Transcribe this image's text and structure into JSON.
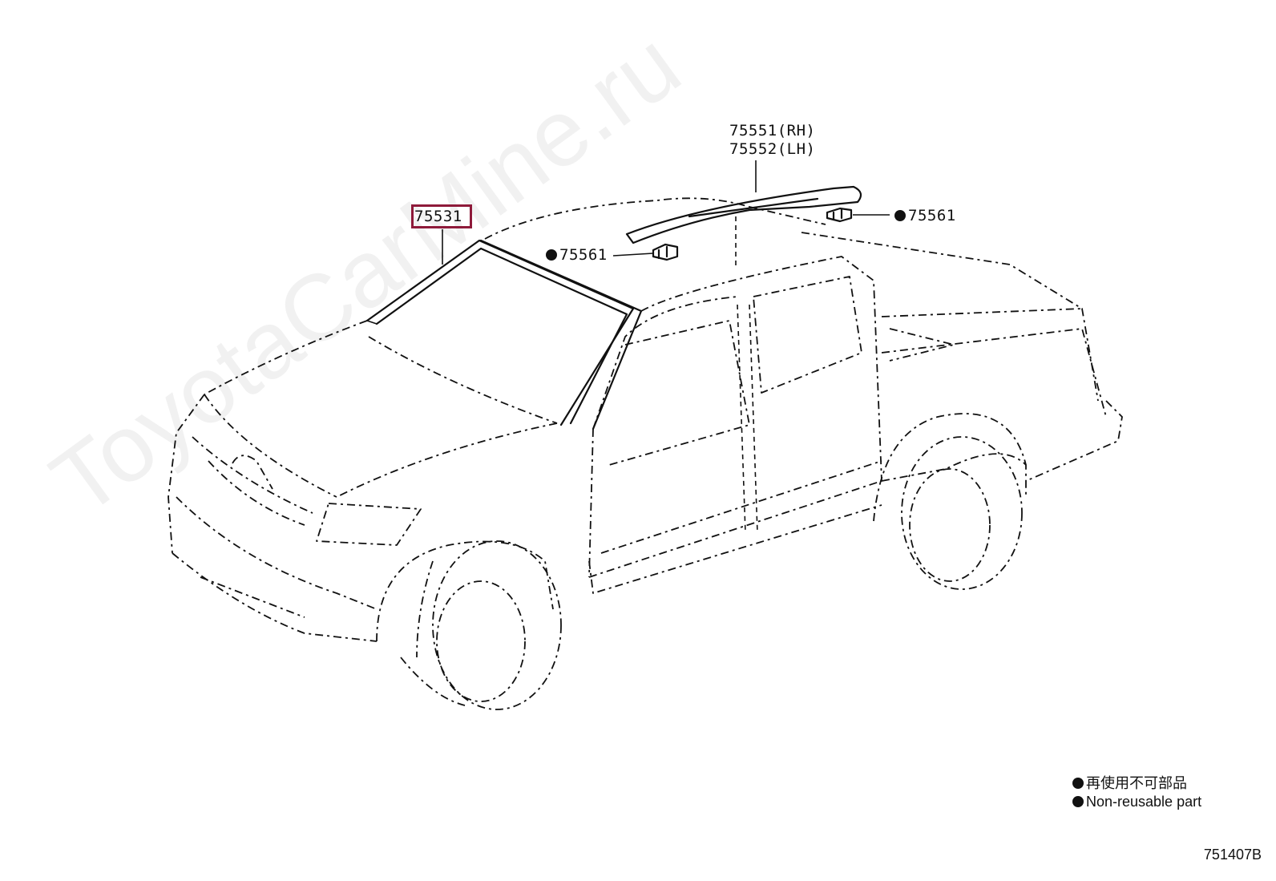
{
  "watermark": "ToyotaCarMine.ru",
  "callouts": {
    "windshield_part": "75531",
    "roof_rail_rh": "75551(RH)",
    "roof_rail_lh": "75552(LH)",
    "clip_left": "75561",
    "clip_right": "75561"
  },
  "legend": {
    "line_jp": "再使用不可部品",
    "line_en": "Non-reusable part"
  },
  "diagram_code": "751407B",
  "colors": {
    "highlight_border": "#8e1a3a",
    "line": "#111111"
  }
}
